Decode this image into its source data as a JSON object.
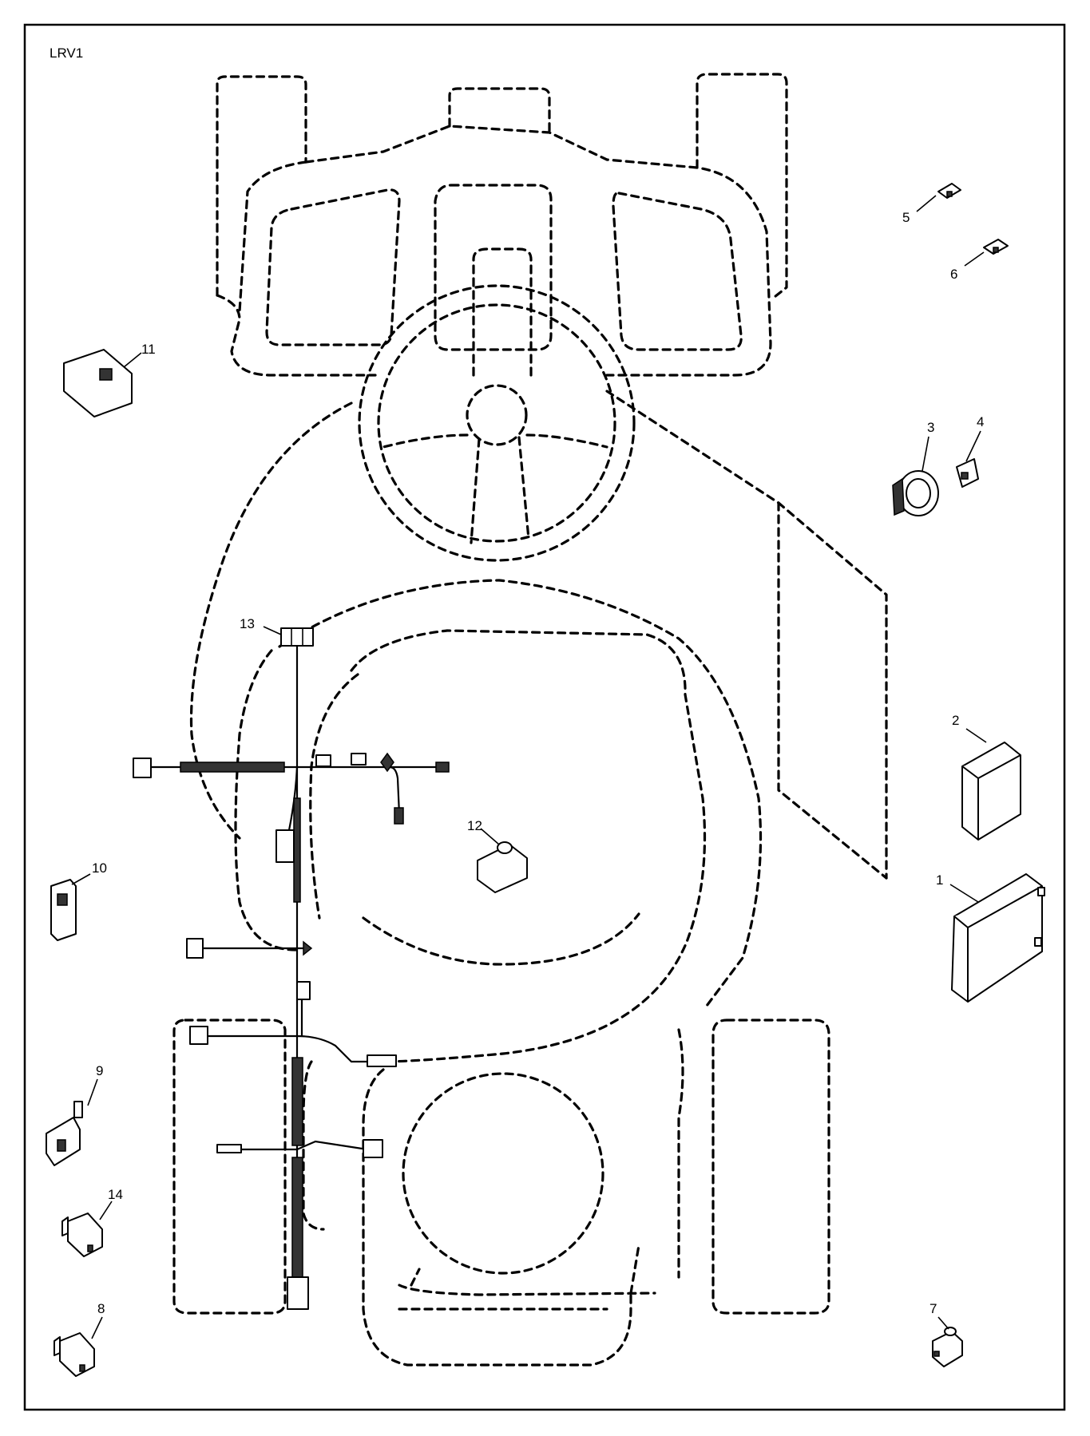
{
  "diagram": {
    "label": "LRV1",
    "callouts": [
      {
        "id": "1",
        "text": "1"
      },
      {
        "id": "2",
        "text": "2"
      },
      {
        "id": "3",
        "text": "3"
      },
      {
        "id": "4",
        "text": "4"
      },
      {
        "id": "5",
        "text": "5"
      },
      {
        "id": "6",
        "text": "6"
      },
      {
        "id": "7",
        "text": "7"
      },
      {
        "id": "8",
        "text": "8"
      },
      {
        "id": "9",
        "text": "9"
      },
      {
        "id": "10",
        "text": "10"
      },
      {
        "id": "11",
        "text": "11"
      },
      {
        "id": "12",
        "text": "12"
      },
      {
        "id": "13",
        "text": "13"
      },
      {
        "id": "14",
        "text": "14"
      }
    ]
  }
}
